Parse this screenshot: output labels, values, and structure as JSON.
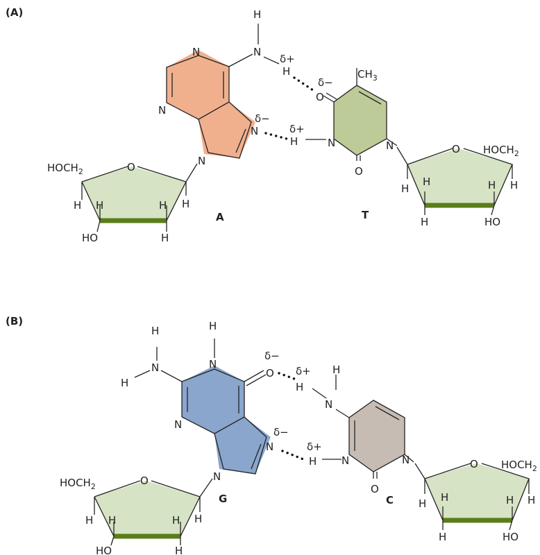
{
  "panels": {
    "a": {
      "label": "(A)",
      "purine_base": "A",
      "pyrimidine_base": "T",
      "colors": {
        "purine": "#f0b08e",
        "pyrimidine": "#bccb98",
        "sugar": "#d6e3c4",
        "sugar_edge": "#5a7d1a"
      },
      "atoms": {
        "n1": "N",
        "n3": "N",
        "n7": "N",
        "n9": "N",
        "amino_h": "H",
        "amino_n": "N",
        "d1": "δ+",
        "h6": "H",
        "dm1": "δ−",
        "o4": "O",
        "me": "CH",
        "me_sub": "3",
        "dm2": "δ−",
        "d2": "δ+",
        "h3": "H",
        "n3t": "N",
        "o2": "O",
        "n1t": "N",
        "ls_o": "O",
        "ls_hoch": "HOCH",
        "ls_sub": "2",
        "ls_h1": "H",
        "ls_h2": "H",
        "ls_h3": "H",
        "ls_h4": "H",
        "ls_h5": "H",
        "ls_ho": "HO",
        "rs_o": "O",
        "rs_hoch": "HOCH",
        "rs_sub": "2",
        "rs_h1": "H",
        "rs_h2": "H",
        "rs_h3": "H",
        "rs_h4": "H",
        "rs_h5": "H",
        "rs_ho": "HO"
      }
    },
    "b": {
      "label": "(B)",
      "purine_base": "G",
      "pyrimidine_base": "C",
      "colors": {
        "purine": "#8aa6cc",
        "pyrimidine": "#c6bcb4",
        "sugar": "#d6e3c4",
        "sugar_edge": "#5a7d1a"
      },
      "atoms": {
        "h_a": "H",
        "h_b": "H",
        "n2": "N",
        "h1": "H",
        "n1": "N",
        "n3": "N",
        "n7": "N",
        "n9": "N",
        "dm1": "δ−",
        "o6": "O",
        "d1": "δ+",
        "h4a": "H",
        "h4b": "H",
        "n4": "N",
        "dm2": "δ−",
        "d2": "δ+",
        "h_c3": "H",
        "n3c": "N",
        "o2": "O",
        "n1c": "N",
        "ls_o": "O",
        "ls_hoch": "HOCH",
        "ls_sub": "2",
        "ls_h1": "H",
        "ls_h2": "H",
        "ls_h3": "H",
        "ls_h4": "H",
        "ls_h5": "H",
        "ls_ho": "HO",
        "rs_o": "O",
        "rs_hoch": "HOCH",
        "rs_sub": "2",
        "rs_h1": "H",
        "rs_h2": "H",
        "rs_h3": "H",
        "rs_h4": "H",
        "rs_h5": "H",
        "rs_ho": "HO"
      }
    }
  }
}
